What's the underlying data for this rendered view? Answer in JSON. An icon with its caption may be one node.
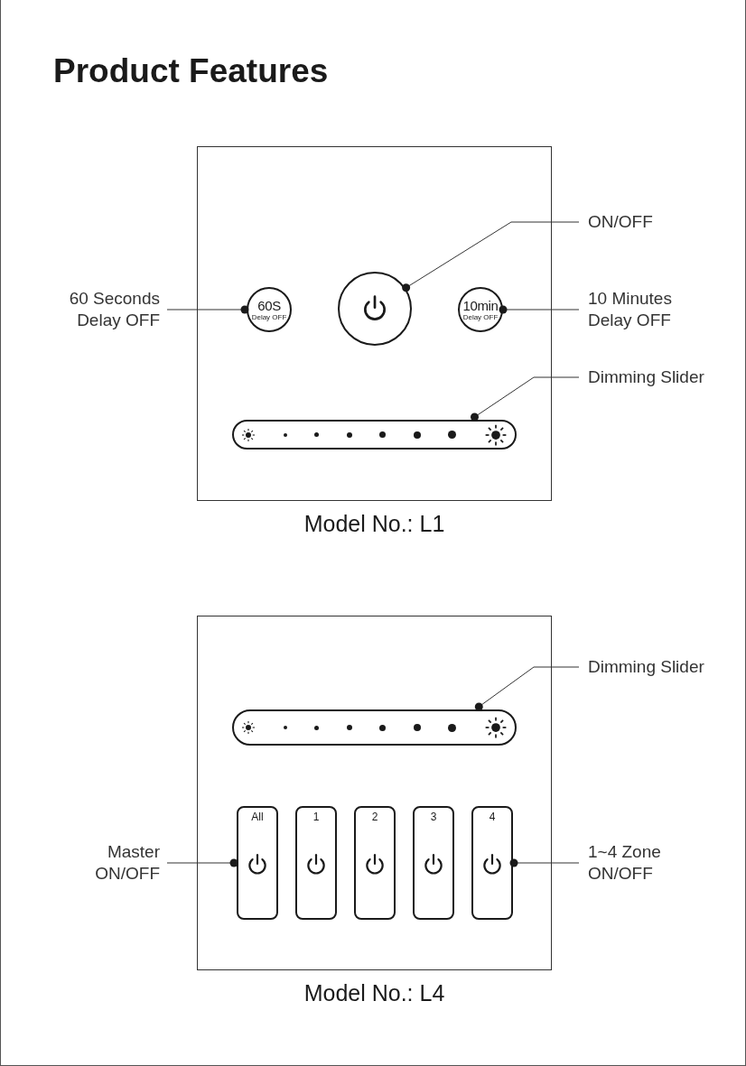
{
  "diagram": {
    "title": "Product Features",
    "nodes": [
      {
        "text": [],
        "shape": "box",
        "beside": [
          "Model No.: L1"
        ]
      },
      {
        "text": [
          "60S",
          "Delay OFF"
        ],
        "in": 0
      },
      {
        "text": [],
        "shape": "circle",
        "in": 0
      },
      {
        "text": [
          "10min",
          "Delay OFF"
        ],
        "in": 0
      },
      {
        "text": [],
        "shape": "bar",
        "in": 0
      },
      {
        "text": [
          "60 Seconds Delay OFF"
        ]
      },
      {
        "text": [
          "ON/OFF"
        ]
      },
      {
        "text": [
          "10 Minutes Delay OFF"
        ]
      },
      {
        "text": [
          "Dimming Slider"
        ]
      },
      {
        "text": [],
        "shape": "box",
        "beside": [
          "Model No.: L4"
        ]
      },
      {
        "text": [],
        "shape": "bar",
        "in": 9
      },
      {
        "text": [
          "All"
        ],
        "in": 9
      },
      {
        "text": [
          "1"
        ],
        "in": 9
      },
      {
        "text": [
          "2"
        ],
        "in": 9
      },
      {
        "text": [
          "3"
        ],
        "in": 9
      },
      {
        "text": [
          "4"
        ],
        "in": 9
      },
      {
        "text": [
          "Dimming Slider"
        ]
      },
      {
        "text": [
          "Master ON/OFF"
        ]
      },
      {
        "text": [
          "1~4 Zone ON/OFF"
        ]
      }
    ],
    "edges": [
      {
        "from": 5,
        "to": 1,
        "arrow": "other"
      },
      {
        "from": 6,
        "to": 2,
        "arrow": "other"
      },
      {
        "from": 7,
        "to": 3,
        "arrow": "other"
      },
      {
        "from": 8,
        "to": 4,
        "arrow": "other"
      },
      {
        "from": 16,
        "to": 10,
        "arrow": "other"
      },
      {
        "from": 17,
        "to": 11,
        "arrow": "other"
      },
      {
        "from": 18,
        "to": 15,
        "arrow": "other"
      }
    ]
  }
}
